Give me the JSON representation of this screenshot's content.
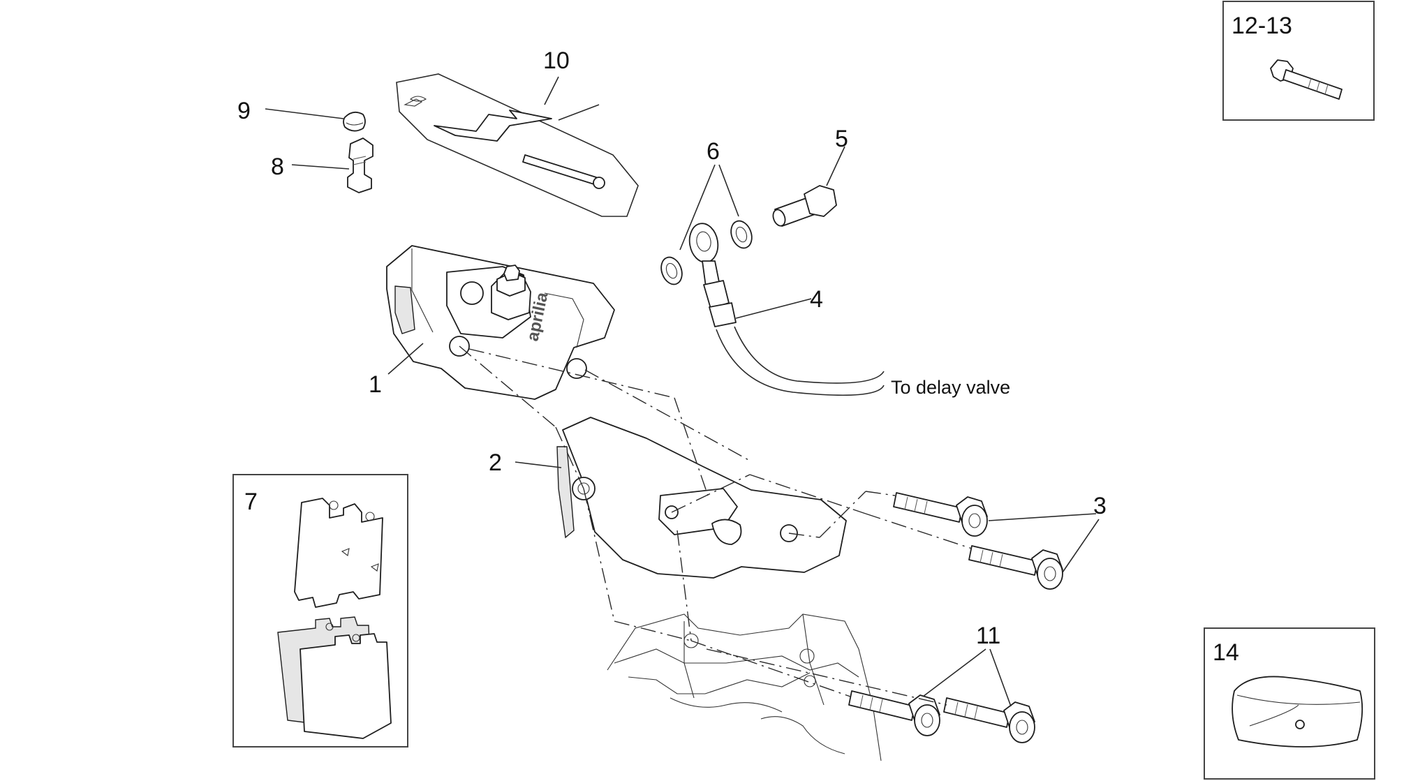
{
  "callouts": [
    {
      "id": "1",
      "label": "1"
    },
    {
      "id": "2",
      "label": "2"
    },
    {
      "id": "3",
      "label": "3"
    },
    {
      "id": "4",
      "label": "4"
    },
    {
      "id": "5",
      "label": "5"
    },
    {
      "id": "6",
      "label": "6"
    },
    {
      "id": "7",
      "label": "7"
    },
    {
      "id": "8",
      "label": "8"
    },
    {
      "id": "9",
      "label": "9"
    },
    {
      "id": "10",
      "label": "10"
    },
    {
      "id": "11",
      "label": "11"
    },
    {
      "id": "12-13",
      "label": "12-13"
    },
    {
      "id": "14",
      "label": "14"
    }
  ],
  "annotations": {
    "hose_destination": "To delay valve"
  },
  "caliper_brand": "aprilia",
  "colors": {
    "line": "#1e1e1e",
    "background": "#ffffff",
    "shade": "#e6e6e6"
  }
}
